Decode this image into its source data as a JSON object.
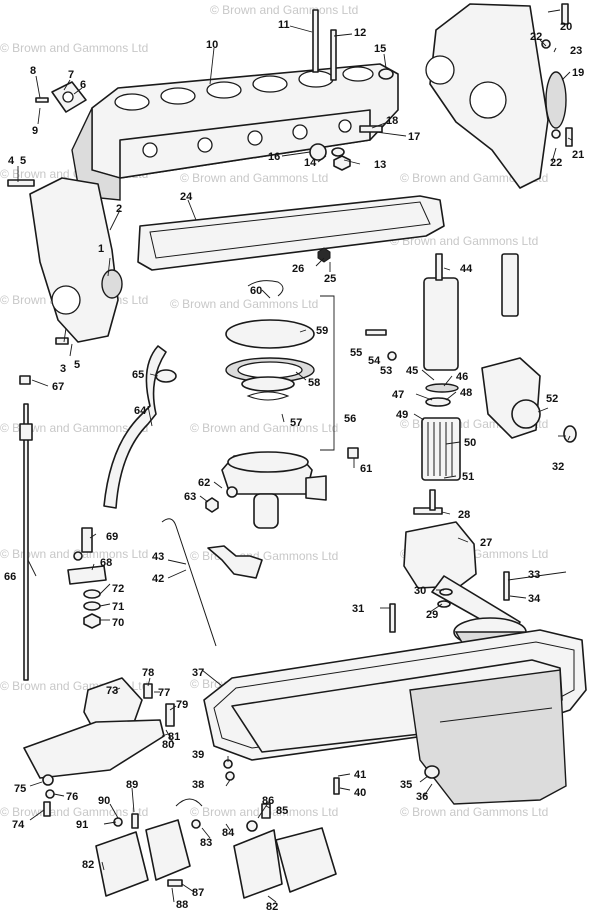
{
  "watermark": "© Brown and Gammons Ltd",
  "callouts": {
    "c1": "1",
    "c2": "2",
    "c3": "3",
    "c4": "4",
    "c5a": "5",
    "c5b": "5",
    "c6": "6",
    "c7": "7",
    "c8": "8",
    "c9": "9",
    "c10": "10",
    "c11": "11",
    "c12": "12",
    "c13": "13",
    "c14": "14",
    "c15": "15",
    "c16": "16",
    "c17": "17",
    "c18": "18",
    "c19": "19",
    "c20": "20",
    "c21": "21",
    "c22a": "22",
    "c22b": "22",
    "c23": "23",
    "c24": "24",
    "c25": "25",
    "c26": "26",
    "c27": "27",
    "c28": "28",
    "c29": "29",
    "c30": "30",
    "c31": "31",
    "c32": "32",
    "c33": "33",
    "c34": "34",
    "c35": "35",
    "c36": "36",
    "c37": "37",
    "c38": "38",
    "c39": "39",
    "c40": "40",
    "c41": "41",
    "c42": "42",
    "c43": "43",
    "c44": "44",
    "c45": "45",
    "c46": "46",
    "c47": "47",
    "c48": "48",
    "c49": "49",
    "c50": "50",
    "c51": "51",
    "c52": "52",
    "c53": "53",
    "c54": "54",
    "c55": "55",
    "c56": "56",
    "c57": "57",
    "c58": "58",
    "c59": "59",
    "c60": "60",
    "c61": "61",
    "c62": "62",
    "c63": "63",
    "c64": "64",
    "c65": "65",
    "c66": "66",
    "c67": "67",
    "c68": "68",
    "c69": "69",
    "c70": "70",
    "c71": "71",
    "c72": "72",
    "c73": "73",
    "c74": "74",
    "c75": "75",
    "c76": "76",
    "c77": "77",
    "c78": "78",
    "c79": "79",
    "c80": "80",
    "c81": "81",
    "c82a": "82",
    "c82b": "82",
    "c83": "83",
    "c84": "84",
    "c85": "85",
    "c86": "86",
    "c87": "87",
    "c88": "88",
    "c89": "89",
    "c90": "90",
    "c91": "91"
  }
}
